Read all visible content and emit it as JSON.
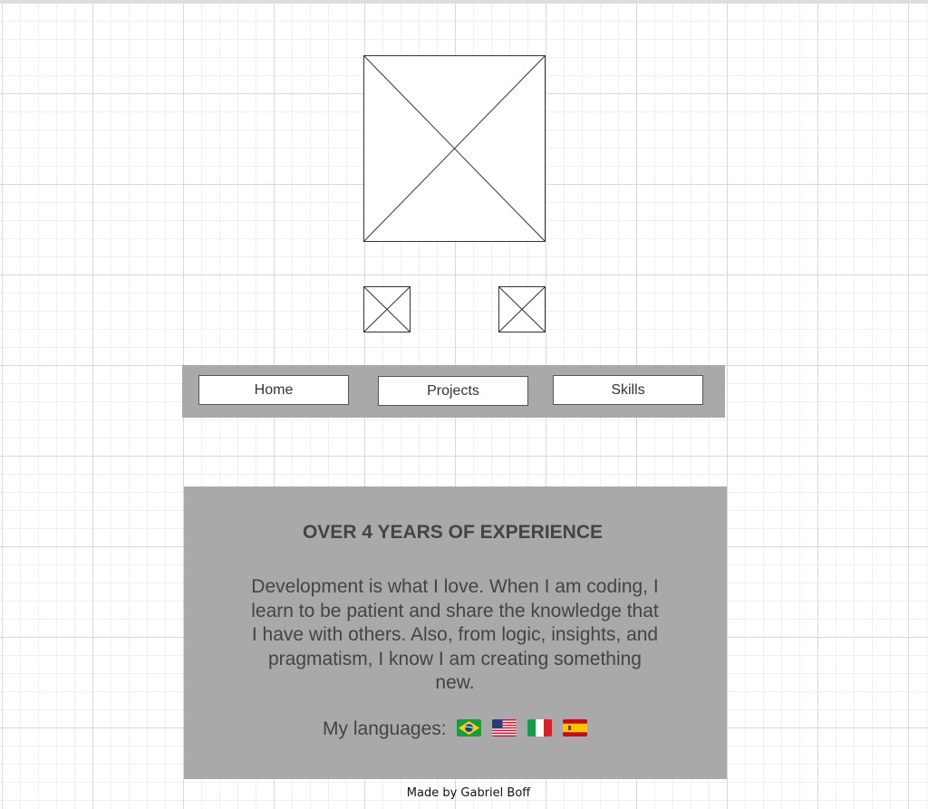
{
  "images": {
    "main_alt": "profile image placeholder",
    "icon_left_alt": "icon placeholder",
    "icon_right_alt": "icon placeholder"
  },
  "nav": {
    "items": [
      {
        "label": "Home"
      },
      {
        "label": "Projects"
      },
      {
        "label": "Skills"
      }
    ]
  },
  "about": {
    "headline": "OVER 4 YEARS OF EXPERIENCE",
    "paragraph": "Development is what I love. When I am coding, I learn to be patient and share the knowledge that I have with others. Also, from logic, insights, and pragmatism, I know I am creating something new.",
    "languages_label": "My languages:",
    "languages": [
      {
        "name": "Brazil flag icon"
      },
      {
        "name": "United States flag icon"
      },
      {
        "name": "Italy flag icon"
      },
      {
        "name": "Spain flag icon"
      }
    ]
  },
  "footer": {
    "text": "Made by Gabriel Boff"
  },
  "colors": {
    "panel": "#a9a9a9",
    "text": "#444444"
  }
}
